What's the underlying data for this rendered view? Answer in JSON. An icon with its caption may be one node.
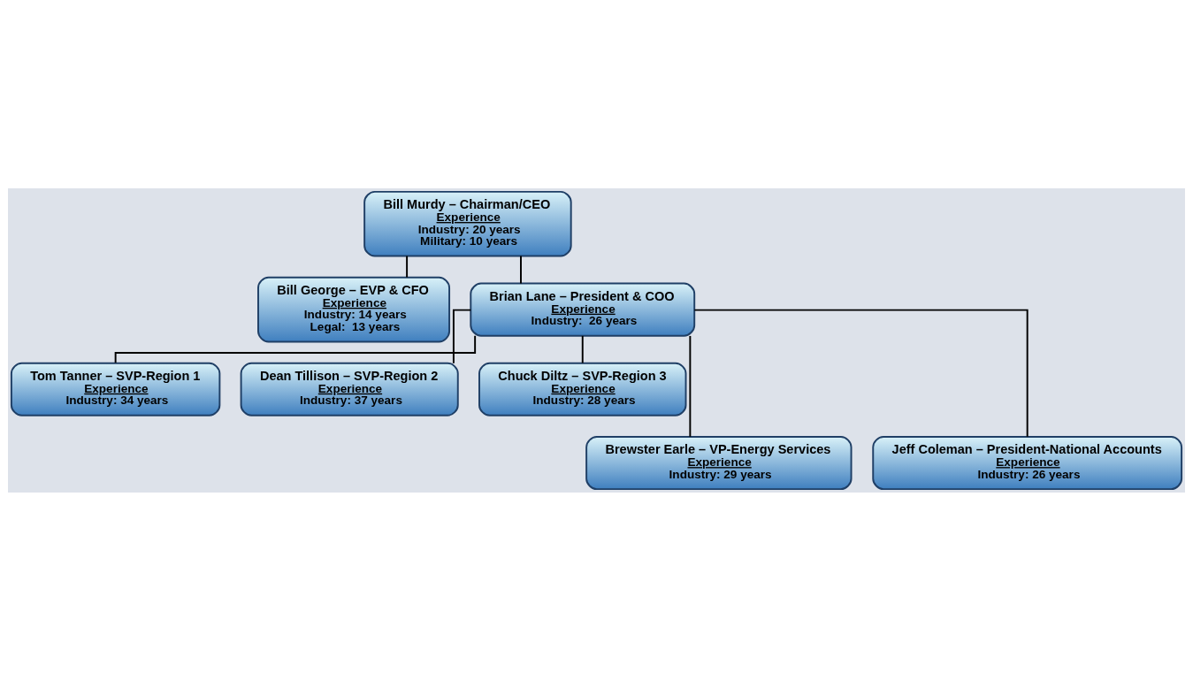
{
  "diagram": {
    "nodes": [
      {
        "text": [
          "Bill Murdy – Chairman/CEO",
          "Experience",
          "Industry: 20 years",
          "Military: 10 years"
        ]
      },
      {
        "text": [
          "Bill George – EVP & CFO",
          "Experience",
          "Industry: 14 years",
          "Legal:  13 years"
        ]
      },
      {
        "text": [
          "Brian Lane – President & COO",
          "Experience",
          "Industry:  26 years"
        ]
      },
      {
        "text": [
          "Tom Tanner – SVP-Region 1",
          "Experience",
          "Industry: 34 years"
        ]
      },
      {
        "text": [
          "Dean Tillison – SVP-Region 2",
          "Experience",
          "Industry: 37 years"
        ]
      },
      {
        "text": [
          "Chuck Diltz – SVP-Region 3",
          "Experience",
          "Industry: 28 years"
        ]
      },
      {
        "text": [
          "Brewster Earle – VP-Energy Services",
          "Experience",
          "Industry: 29 years"
        ]
      },
      {
        "text": [
          "Jeff Coleman – President-National Accounts",
          "Experience",
          "Industry: 26 years"
        ]
      }
    ],
    "edges": [
      {
        "from": 0,
        "to": 1,
        "arrow": "none"
      },
      {
        "from": 0,
        "to": 2,
        "arrow": "none"
      },
      {
        "from": 2,
        "to": 3,
        "arrow": "none"
      },
      {
        "from": 2,
        "to": 4,
        "arrow": "none"
      },
      {
        "from": 2,
        "to": 5,
        "arrow": "none"
      },
      {
        "from": 2,
        "to": 6,
        "arrow": "none"
      },
      {
        "from": 2,
        "to": 7,
        "arrow": "none"
      }
    ]
  }
}
